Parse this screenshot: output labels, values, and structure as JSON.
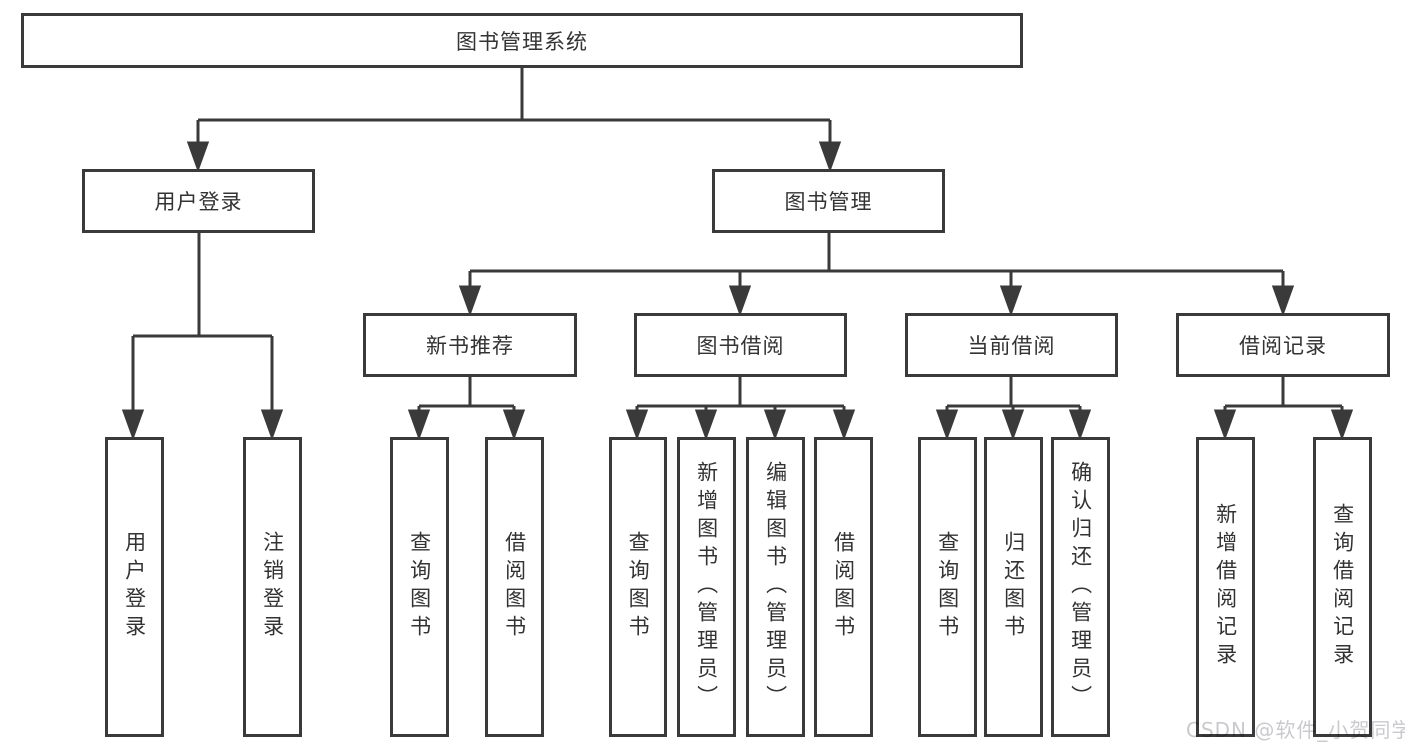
{
  "diagram": {
    "title": "图书管理系统",
    "nodes": {
      "root": {
        "label": "图书管理系统"
      },
      "user_login": {
        "label": "用户登录"
      },
      "book_mgmt": {
        "label": "图书管理"
      },
      "new_book_rec": {
        "label": "新书推荐"
      },
      "book_borrow": {
        "label": "图书借阅"
      },
      "current_borrow": {
        "label": "当前借阅"
      },
      "borrow_record": {
        "label": "借阅记录"
      },
      "leaf_user_login": {
        "label": "用户登录"
      },
      "leaf_logout": {
        "label": "注销登录"
      },
      "leaf_query_book_1": {
        "label": "查询图书"
      },
      "leaf_borrow_book_1": {
        "label": "借阅图书"
      },
      "leaf_query_book_2": {
        "label": "查询图书"
      },
      "leaf_add_book": {
        "label": "新增图书（管理员）"
      },
      "leaf_edit_book": {
        "label": "编辑图书（管理员）"
      },
      "leaf_borrow_book_2": {
        "label": "借阅图书"
      },
      "leaf_query_book_3": {
        "label": "查询图书"
      },
      "leaf_return_book": {
        "label": "归还图书"
      },
      "leaf_confirm_return": {
        "label": "确认归还（管理员）"
      },
      "leaf_add_record": {
        "label": "新增借阅记录"
      },
      "leaf_query_record": {
        "label": "查询借阅记录"
      }
    },
    "structure": {
      "图书管理系统": {
        "用户登录": [
          "用户登录",
          "注销登录"
        ],
        "图书管理": {
          "新书推荐": [
            "查询图书",
            "借阅图书"
          ],
          "图书借阅": [
            "查询图书",
            "新增图书（管理员）",
            "编辑图书（管理员）",
            "借阅图书"
          ],
          "当前借阅": [
            "查询图书",
            "归还图书",
            "确认归还（管理员）"
          ],
          "借阅记录": [
            "新增借阅记录",
            "查询借阅记录"
          ]
        }
      }
    },
    "colors": {
      "line": "#3a3a3a",
      "text": "#333333",
      "background": "#ffffff",
      "watermark": "#c9c9ce"
    }
  },
  "watermark": {
    "text": "CSDN @软件_小贺同学"
  }
}
